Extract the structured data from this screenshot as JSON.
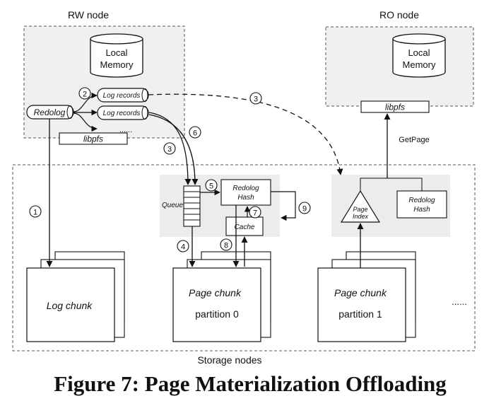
{
  "rw_node": {
    "title": "RW node",
    "local_memory_line1": "Local",
    "local_memory_line2": "Memory",
    "redolog": "Redolog",
    "log_records_1": "Log records",
    "log_records_2": "Log records",
    "ellipsis": "......",
    "libpfs": "libpfs"
  },
  "ro_node": {
    "title": "RO node",
    "local_memory_line1": "Local",
    "local_memory_line2": "Memory",
    "libpfs": "libpfs",
    "getpage": "GetPage"
  },
  "storage": {
    "title": "Storage nodes",
    "queue": "Queue",
    "redolog_hash_line1": "Redolog",
    "redolog_hash_line2": "Hash",
    "cache": "Cache",
    "page_index_line1": "Page",
    "page_index_line2": "Index",
    "ro_redolog_hash_line1": "Redolog",
    "ro_redolog_hash_line2": "Hash",
    "log_chunk": "Log chunk",
    "page_chunk_0": "Page chunk",
    "partition_0": "partition  0",
    "page_chunk_1": "Page chunk",
    "partition_1": "partition  1",
    "ellipsis": "......"
  },
  "steps": {
    "s1": "1",
    "s2": "2",
    "s3a": "3",
    "s3b": "3",
    "s4": "4",
    "s5": "5",
    "s6": "6",
    "s7": "7",
    "s8": "8",
    "s9": "9"
  },
  "caption": "Figure 7: Page Materialization Offloading"
}
